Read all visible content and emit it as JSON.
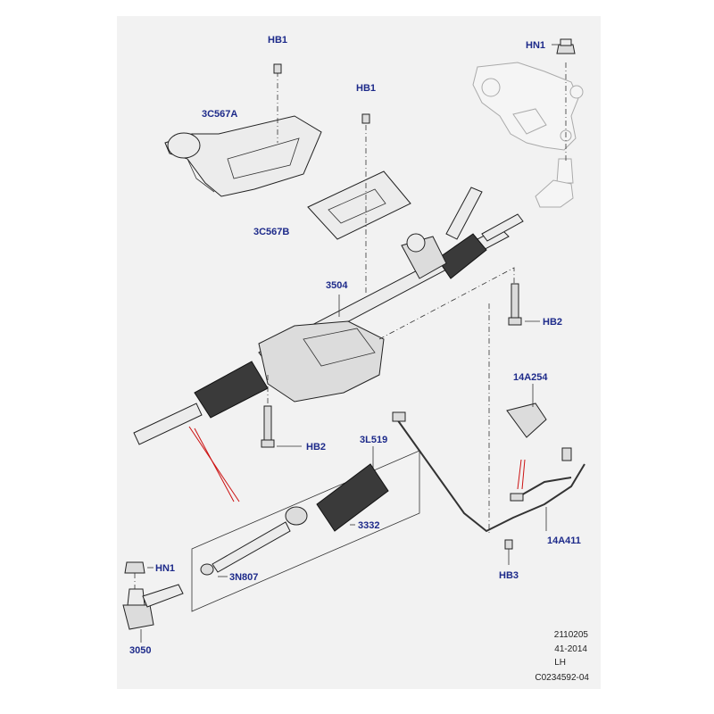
{
  "labels": {
    "hb1_top": "HB1",
    "hb1_mid": "HB1",
    "hn1_top": "HN1",
    "c567a": "3C567A",
    "c567b": "3C567B",
    "rack": "3504",
    "hb2_right": "HB2",
    "bracket": "14A254",
    "hb2_lower": "HB2",
    "boot_kit": "3L519",
    "boot": "3332",
    "harness": "14A411",
    "hn1_bottom": "HN1",
    "tie_rod": "3N807",
    "hb3": "HB3",
    "tie_end": "3050"
  },
  "meta": {
    "line1": "2110205",
    "line2": "41-2014",
    "line3": "LH",
    "line4": "C0234592-04"
  },
  "colors": {
    "label": "#1d2a8a",
    "panel": "#f2f2f2",
    "callout_red": "#cc1111"
  }
}
